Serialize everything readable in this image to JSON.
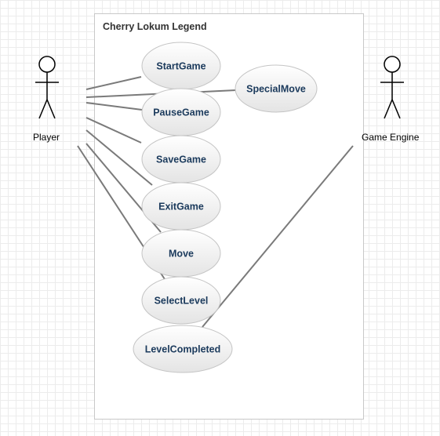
{
  "system": {
    "title": "Cherry Lokum Legend"
  },
  "actors": [
    {
      "id": "player",
      "label": "Player"
    },
    {
      "id": "engine",
      "label": "Game Engine"
    }
  ],
  "use_cases": [
    {
      "id": "start",
      "label": "StartGame"
    },
    {
      "id": "special",
      "label": "SpecialMove"
    },
    {
      "id": "pause",
      "label": "PauseGame"
    },
    {
      "id": "save",
      "label": "SaveGame"
    },
    {
      "id": "exit",
      "label": "ExitGame"
    },
    {
      "id": "move",
      "label": "Move"
    },
    {
      "id": "select",
      "label": "SelectLevel"
    },
    {
      "id": "completed",
      "label": "LevelCompleted"
    }
  ],
  "associations": [
    [
      "player",
      "start"
    ],
    [
      "player",
      "special"
    ],
    [
      "player",
      "pause"
    ],
    [
      "player",
      "save"
    ],
    [
      "player",
      "exit"
    ],
    [
      "player",
      "move"
    ],
    [
      "player",
      "select"
    ],
    [
      "engine",
      "completed"
    ]
  ]
}
